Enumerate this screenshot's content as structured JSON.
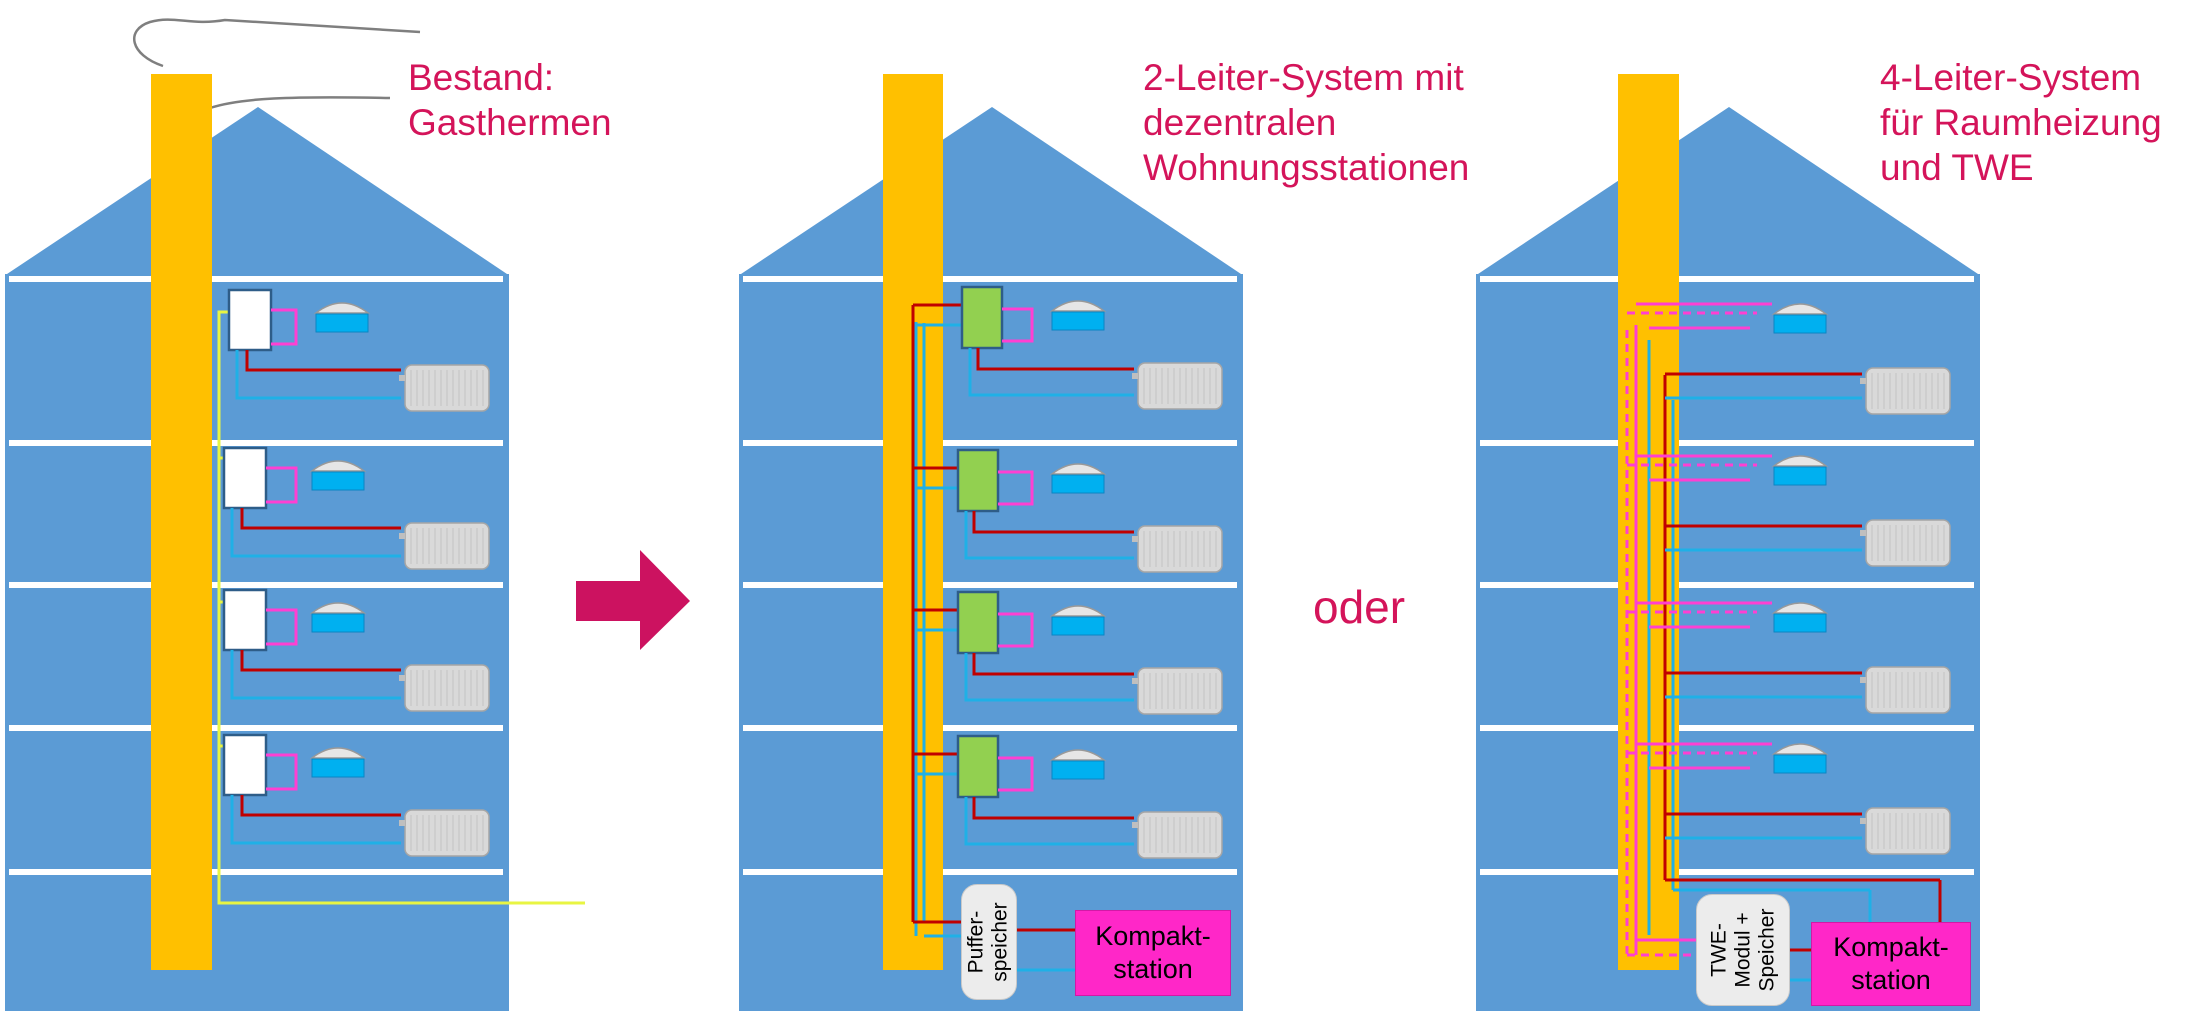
{
  "labels": {
    "existing": "Bestand:\nGasthermen",
    "two_pipe": "2-Leiter-System mit\ndezentralen\nWohnungsstationen",
    "four_pipe": "4-Leiter-System\nfür Raumheizung\nund TWE",
    "or": "oder",
    "buffer_tank": "Puffer-\nspeicher",
    "compact_station_1": "Kompakt-\nstation",
    "twe_module": "TWE-\nModul +\nSpeicher",
    "compact_station_2": "Kompakt-\nstation"
  },
  "colors": {
    "building": "#5b9bd5",
    "chimney": "#ffc000",
    "accent_text": "#d4145a",
    "arrow": "#cc1260",
    "apartment_station": "#92d050",
    "compact_station": "#ff27c8",
    "supply_pipe": "#c00000",
    "return_pipe": "#1fb0e6",
    "hot_water_pipe": "#ff3fd2",
    "gas_line": "#e8f542",
    "floor_lines": "#ffffff"
  },
  "icons": {
    "gas_heater": "white-box",
    "apartment_station": "green-box",
    "sink": "washbasin-icon",
    "radiator": "radiator-icon",
    "transition_arrow": "right-arrow-icon"
  }
}
